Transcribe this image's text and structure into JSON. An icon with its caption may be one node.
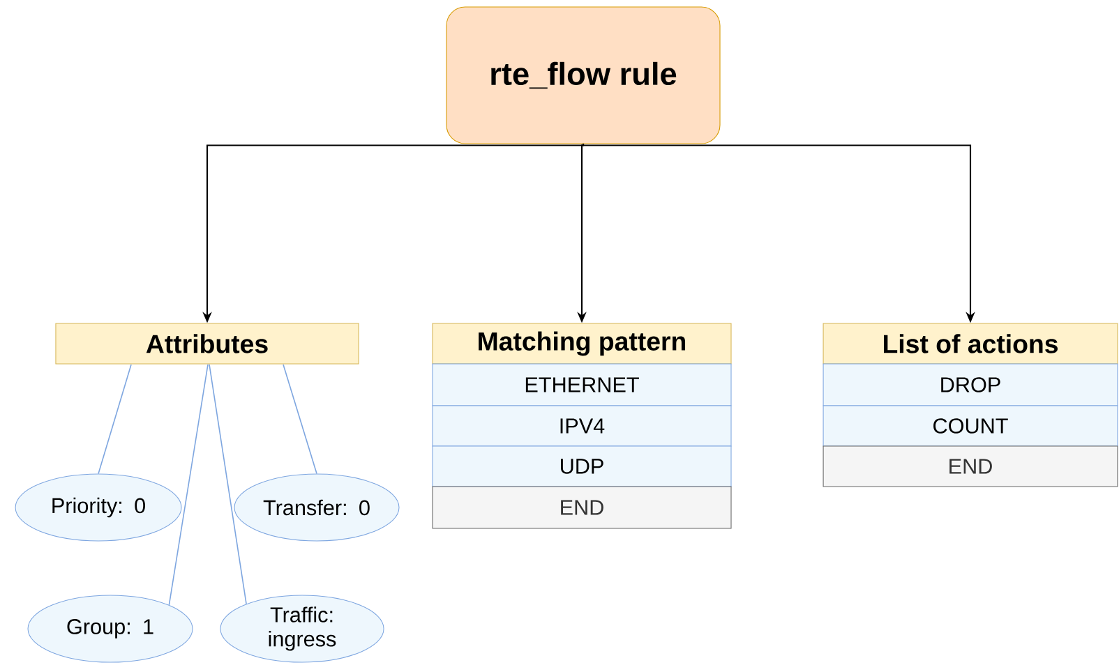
{
  "diagram": {
    "nodes": [
      {
        "text": [
          "rte_flow rule"
        ]
      },
      {
        "text": [
          "Attributes"
        ]
      },
      {
        "text": [
          "Matching pattern"
        ]
      },
      {
        "text": [
          "ETHERNET"
        ]
      },
      {
        "text": [
          "IPV4"
        ]
      },
      {
        "text": [
          "UDP"
        ]
      },
      {
        "text": [
          "END"
        ]
      },
      {
        "text": [
          "List of actions"
        ]
      },
      {
        "text": [
          "DROP"
        ]
      },
      {
        "text": [
          "COUNT"
        ]
      },
      {
        "text": [
          "END"
        ]
      },
      {
        "text": [
          "Priority: 0"
        ]
      },
      {
        "text": [
          "Transfer: 0"
        ]
      },
      {
        "text": [
          "Group: 1"
        ]
      },
      {
        "text": [
          "Traffic: ingress"
        ]
      }
    ],
    "edges": [
      {
        "from": 0,
        "to": 1,
        "arrow": "to",
        "color": "#000000"
      },
      {
        "from": 0,
        "to": 2,
        "arrow": "to",
        "color": "#000000"
      },
      {
        "from": 0,
        "to": 7,
        "arrow": "to",
        "color": "#000000"
      },
      {
        "from": 1,
        "to": 11,
        "arrow": "none",
        "color": "#7ea6e0"
      },
      {
        "from": 1,
        "to": 13,
        "arrow": "none",
        "color": "#7ea6e0"
      },
      {
        "from": 1,
        "to": 14,
        "arrow": "none",
        "color": "#7ea6e0"
      },
      {
        "from": 1,
        "to": 12,
        "arrow": "none",
        "color": "#7ea6e0"
      }
    ]
  }
}
